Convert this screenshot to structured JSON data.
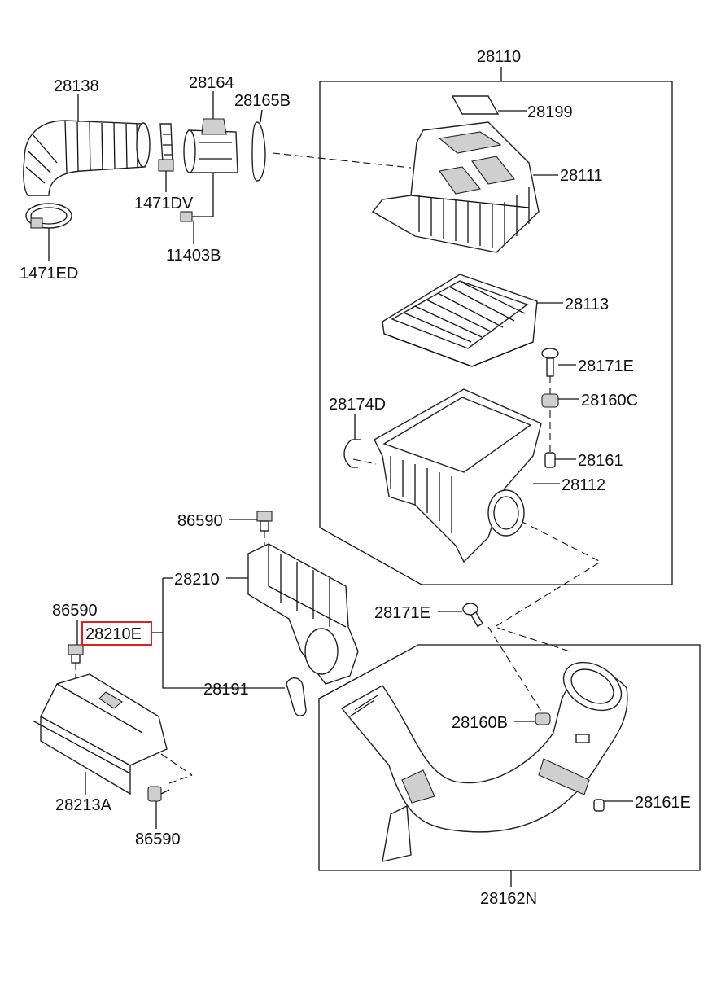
{
  "labels": {
    "p28110": "28110",
    "p28138": "28138",
    "p28164": "28164",
    "p28165B": "28165B",
    "p28199": "28199",
    "p28111": "28111",
    "p1471DV": "1471DV",
    "p11403B": "11403B",
    "p1471ED": "1471ED",
    "p28113": "28113",
    "p28171E_top": "28171E",
    "p28174D": "28174D",
    "p28160C": "28160C",
    "p28161": "28161",
    "p28112": "28112",
    "p86590_top": "86590",
    "p28210": "28210",
    "p86590_left": "86590",
    "p28210E": "28210E",
    "p28171E_mid": "28171E",
    "p28191": "28191",
    "p28160B": "28160B",
    "p28213A": "28213A",
    "p28161E": "28161E",
    "p86590_bottom": "86590",
    "p28162N": "28162N"
  },
  "colors": {
    "highlight": "#e02020",
    "line": "#111111",
    "shade": "#cfcfcf"
  },
  "highlighted_part": "28210E"
}
